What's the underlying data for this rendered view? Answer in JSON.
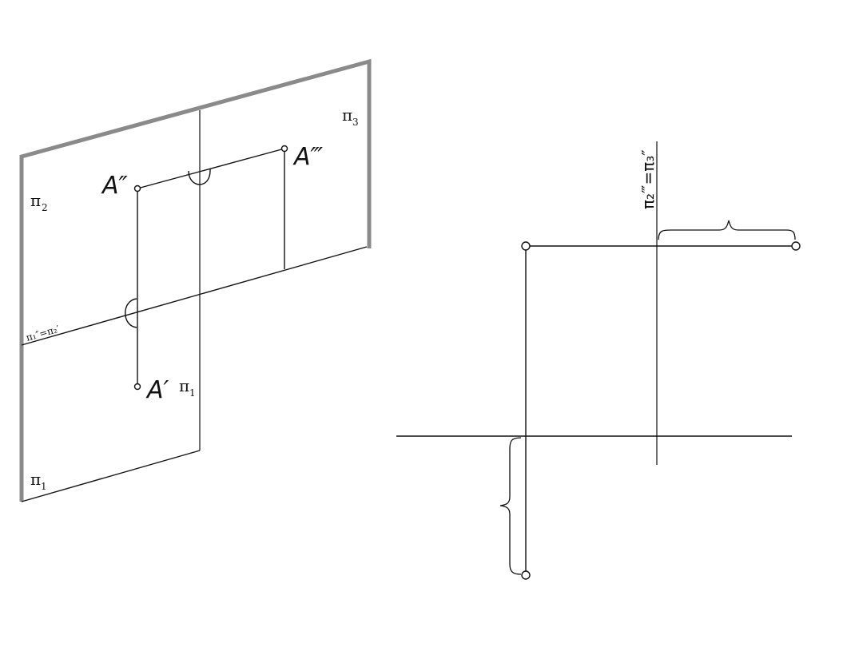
{
  "labels": {
    "a_double_prime": "A″",
    "a_triple_prime": "A‴",
    "a_prime": "A′",
    "pi2": "π",
    "pi2_sub": "2",
    "pi3": "π",
    "pi3_sub": "3",
    "pi1_center": "π",
    "pi1_center_sub": "1",
    "pi1_bottom": "π",
    "pi1_bottom_sub": "1",
    "axis_x12": "π₁″=π₂′",
    "axis_z23": "π₂‴=π₃″"
  },
  "colors": {
    "frame": "#8a8a8a",
    "line": "#111111"
  }
}
